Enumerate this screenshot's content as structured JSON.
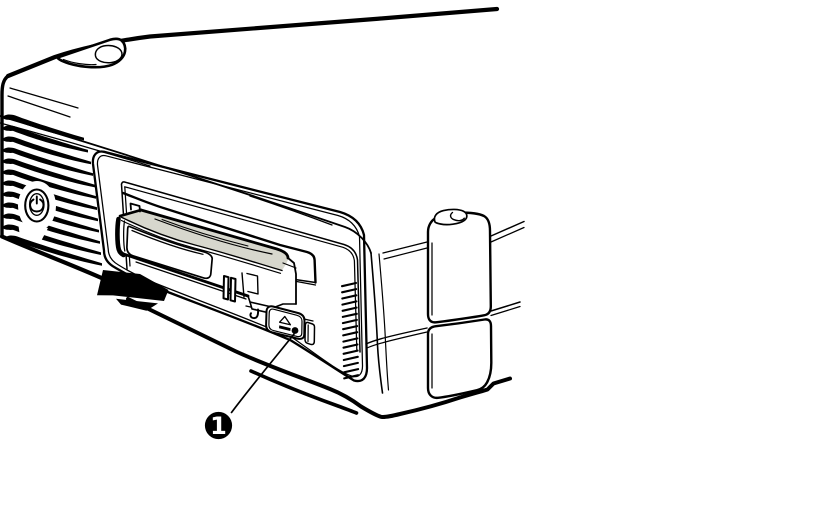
{
  "figure": {
    "type": "technical-illustration",
    "subject": "tape-drive-cartridge-eject",
    "callout": {
      "label": "1"
    },
    "icons": [
      "power-icon",
      "eject-icon",
      "eject-direction-arrow"
    ],
    "colors": {
      "background": "#ffffff",
      "line": "#000000",
      "cartridge_top": "#d7d7cd",
      "callout_bg": "#000000",
      "callout_text": "#ffffff"
    }
  }
}
